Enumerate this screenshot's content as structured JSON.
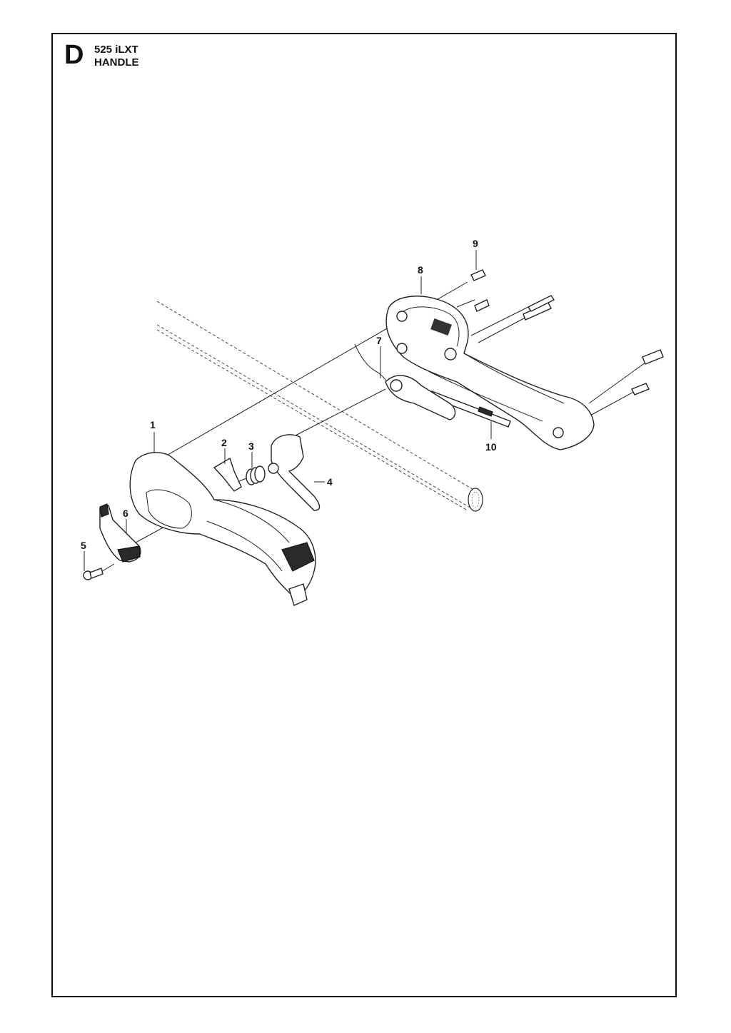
{
  "header": {
    "section_letter": "D",
    "model": "525 iLXT",
    "group": "HANDLE"
  },
  "callouts": [
    {
      "id": "1",
      "label": "1"
    },
    {
      "id": "2",
      "label": "2"
    },
    {
      "id": "3",
      "label": "3"
    },
    {
      "id": "4",
      "label": "4"
    },
    {
      "id": "5",
      "label": "5"
    },
    {
      "id": "6",
      "label": "6"
    },
    {
      "id": "7",
      "label": "7"
    },
    {
      "id": "8",
      "label": "8"
    },
    {
      "id": "9",
      "label": "9"
    },
    {
      "id": "10",
      "label": "10"
    }
  ]
}
